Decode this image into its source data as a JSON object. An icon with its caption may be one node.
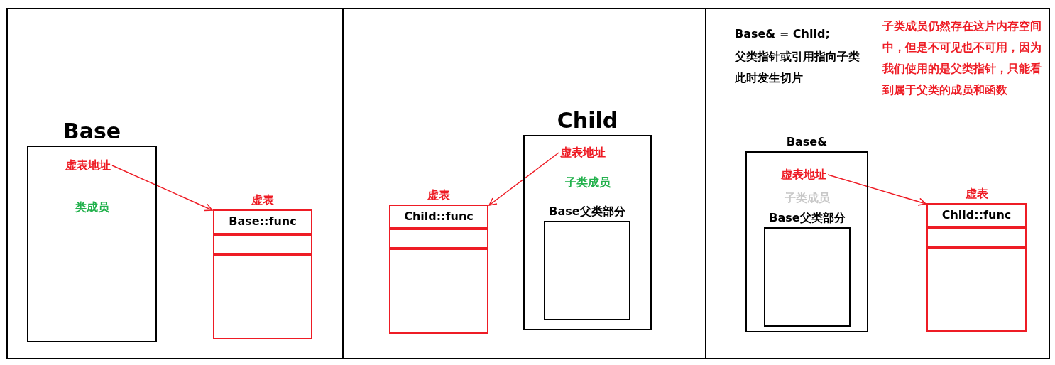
{
  "diagram": {
    "nodes": [
      {
        "text": [
          "Base",
          "类成员"
        ]
      },
      {
        "text": [
          "虚表地址"
        ],
        "in": 0
      },
      {
        "text": [
          "虚表"
        ]
      },
      {
        "text": [
          "Base::func"
        ],
        "in": 2
      },
      {
        "text": [],
        "shape": "box",
        "in": 2
      },
      {
        "text": [],
        "shape": "box",
        "in": 2
      },
      {
        "text": [
          "Child",
          "子类成员"
        ]
      },
      {
        "text": [
          "虚表地址"
        ],
        "in": 6
      },
      {
        "text": [
          "Base父类部分"
        ],
        "in": 6
      },
      {
        "text": [
          "虚表"
        ]
      },
      {
        "text": [
          "Child::func"
        ],
        "in": 9
      },
      {
        "text": [],
        "shape": "box",
        "in": 9
      },
      {
        "text": [],
        "shape": "box",
        "in": 9
      },
      {
        "text": [
          "Base&",
          "子类成员"
        ]
      },
      {
        "text": [
          "虚表地址"
        ],
        "in": 13
      },
      {
        "text": [
          "Base父类部分"
        ],
        "in": 13
      },
      {
        "text": [
          "虚表"
        ]
      },
      {
        "text": [
          "Child::func"
        ],
        "in": 16
      },
      {
        "text": [],
        "shape": "box",
        "in": 16
      },
      {
        "text": [],
        "shape": "box",
        "in": 16
      }
    ],
    "edges": [
      {
        "from": 1,
        "to": 2,
        "arrow": "to"
      },
      {
        "from": 7,
        "to": 9,
        "arrow": "to"
      },
      {
        "from": 14,
        "to": 16,
        "arrow": "to"
      }
    ],
    "labels": [
      "Base& = Child;",
      "父类指针或引用指向子类",
      "此时发生切片",
      "子类成员仍然存在这片内存空间中，但是不可见也不可用，因为我们使用的是父类指针，只能看到属于父类的成员和函数"
    ]
  }
}
